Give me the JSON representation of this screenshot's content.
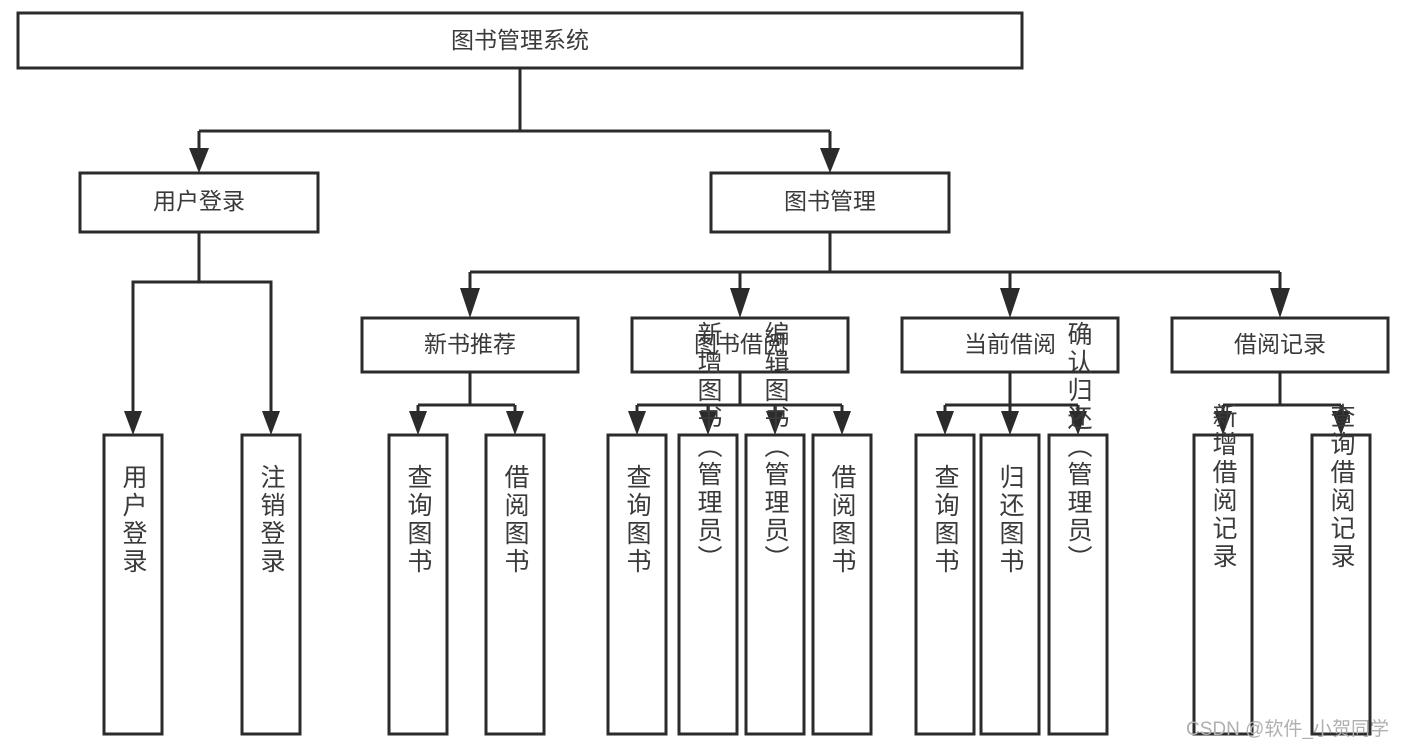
{
  "diagram": {
    "title": "图书管理系统",
    "type": "tree-hierarchy-functional-structure",
    "watermark": "CSDN @软件_小贺同学",
    "levels": {
      "root": {
        "label": "图书管理系统"
      },
      "level2": [
        {
          "label": "用户登录"
        },
        {
          "label": "图书管理"
        }
      ],
      "level3": [
        {
          "label": "新书推荐"
        },
        {
          "label": "图书借阅"
        },
        {
          "label": "当前借阅"
        },
        {
          "label": "借阅记录"
        }
      ],
      "leaves": {
        "user_login": [
          {
            "label": "用户登录"
          },
          {
            "label": "注销登录"
          }
        ],
        "new_book_recommend": [
          {
            "label": "查询图书"
          },
          {
            "label": "借阅图书"
          }
        ],
        "book_borrow": [
          {
            "label": "查询图书"
          },
          {
            "label": "新增图书（管理员）"
          },
          {
            "label": "编辑图书（管理员）"
          },
          {
            "label": "借阅图书"
          }
        ],
        "current_borrow": [
          {
            "label": "查询图书"
          },
          {
            "label": "归还图书"
          },
          {
            "label": "确认归还（管理员）"
          }
        ],
        "borrow_record": [
          {
            "label": "新增借阅记录"
          },
          {
            "label": "查询借阅记录"
          }
        ]
      }
    },
    "colors": {
      "box_stroke": "#2b2b2b",
      "box_fill": "#ffffff",
      "text": "#3a3a3a",
      "watermark": "#b0b0b0",
      "background": "#ffffff"
    }
  }
}
